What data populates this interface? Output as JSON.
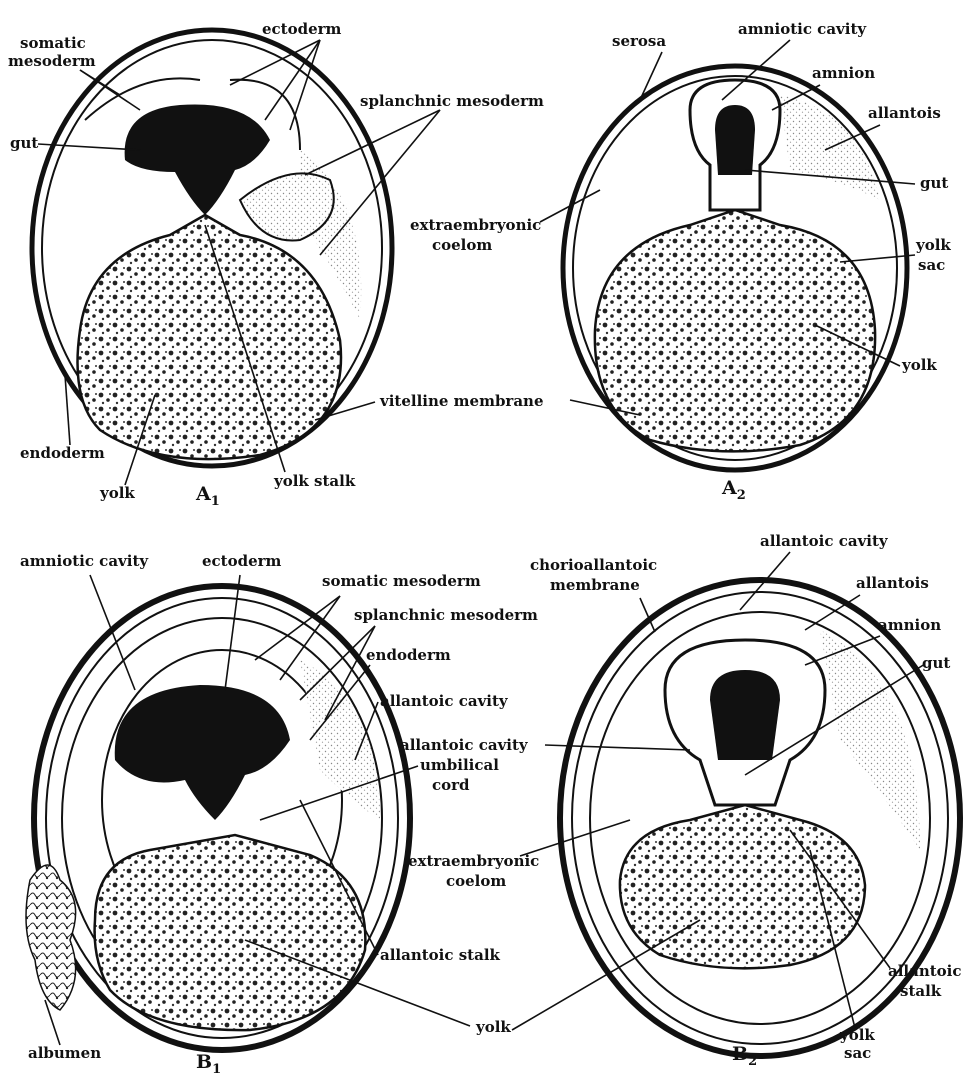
{
  "panels": {
    "A1": {
      "name": "A",
      "sub": "1",
      "labels": {
        "somatic_mesoderm_1": "somatic",
        "somatic_mesoderm_2": "mesoderm",
        "ectoderm": "ectoderm",
        "splanchnic_mesoderm": "splanchnic mesoderm",
        "gut": "gut",
        "vitelline_membrane": "vitelline membrane",
        "endoderm": "endoderm",
        "yolk": "yolk",
        "yolk_stalk": "yolk stalk"
      }
    },
    "A2": {
      "name": "A",
      "sub": "2",
      "labels": {
        "serosa": "serosa",
        "amniotic_cavity": "amniotic cavity",
        "amnion": "amnion",
        "allantois": "allantois",
        "gut": "gut",
        "extraembryonic_1": "extraembryonic",
        "extraembryonic_2": "coelom",
        "yolk_sac_1": "yolk",
        "yolk_sac_2": "sac",
        "yolk": "yolk"
      }
    },
    "B1": {
      "name": "B",
      "sub": "1",
      "labels": {
        "amniotic_cavity": "amniotic cavity",
        "ectoderm": "ectoderm",
        "somatic_mesoderm": "somatic mesoderm",
        "splanchnic_mesoderm": "splanchnic mesoderm",
        "endoderm": "endoderm",
        "allantoic_cavity": "allantoic cavity",
        "umbilical_1": "umbilical",
        "umbilical_2": "cord",
        "allantoic_stalk": "allantoic stalk",
        "albumen": "albumen",
        "yolk": "yolk"
      }
    },
    "B2": {
      "name": "B",
      "sub": "2",
      "labels": {
        "chorioallantoic_1": "chorioallantoic",
        "chorioallantoic_2": "membrane",
        "allantoic_cavity_top": "allantoic cavity",
        "allantois": "allantois",
        "amnion": "amnion",
        "gut": "gut",
        "extraembryonic_1": "extraembryonic",
        "extraembryonic_2": "coelom",
        "allantoic_stalk_1": "allantoic",
        "allantoic_stalk_2": "stalk",
        "yolk_sac_1": "yolk",
        "yolk_sac_2": "sac"
      }
    }
  },
  "colors": {
    "ink": "#111111",
    "paper": "#ffffff",
    "stipple": "#c9c9c9"
  }
}
